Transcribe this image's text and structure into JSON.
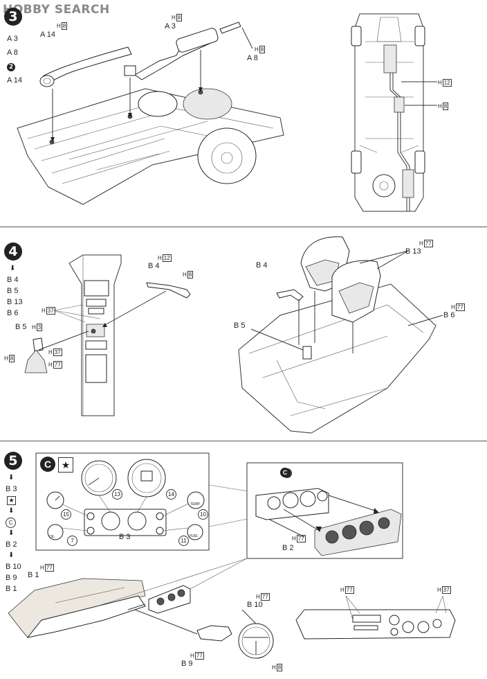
{
  "header": {
    "brand": "HOBBY SEARCH"
  },
  "step3": {
    "number": "3",
    "sequence": [
      "A 3",
      "A 8",
      "2",
      "A 14"
    ],
    "labels": {
      "a14": "A 14",
      "a3": "A 3",
      "a8": "A 8",
      "h8_a14": "H",
      "h8_a3": "H",
      "h8_a8": "H",
      "h12_right": "H",
      "h8_right": "H"
    },
    "hcodes": {
      "h8": "8",
      "h12": "12"
    }
  },
  "step4": {
    "number": "4",
    "sequence": [
      "B 4",
      "B 5",
      "B 13",
      "B 6"
    ],
    "labels": {
      "b4_left": "B 4",
      "b5_left": "B 5",
      "b4_right": "B 4",
      "b5_right": "B 5",
      "b13": "B 13",
      "b6": "B 6"
    },
    "hcodes": {
      "h12": "12",
      "h8": "8",
      "h37": "37",
      "h3": "3",
      "h77": "77",
      "h_prefix": "H"
    }
  },
  "step5": {
    "number": "5",
    "sequence": [
      "B 3",
      "C",
      "B 2",
      "B 10",
      "B 9",
      "B 1"
    ],
    "decal_sheet": "C",
    "gauges": [
      "13",
      "14",
      "15",
      "10",
      "7",
      "11"
    ],
    "labels": {
      "b3": "B 3",
      "b2": "B 2",
      "b1": "B 1",
      "b10": "B 10",
      "b9": "B 9"
    },
    "hcodes": {
      "h77": "77",
      "h8": "8",
      "h37": "37",
      "h_prefix": "H"
    },
    "gauge_text": {
      "oil": "OIL",
      "fuel": "FUEL",
      "temp": "TEMP"
    }
  }
}
